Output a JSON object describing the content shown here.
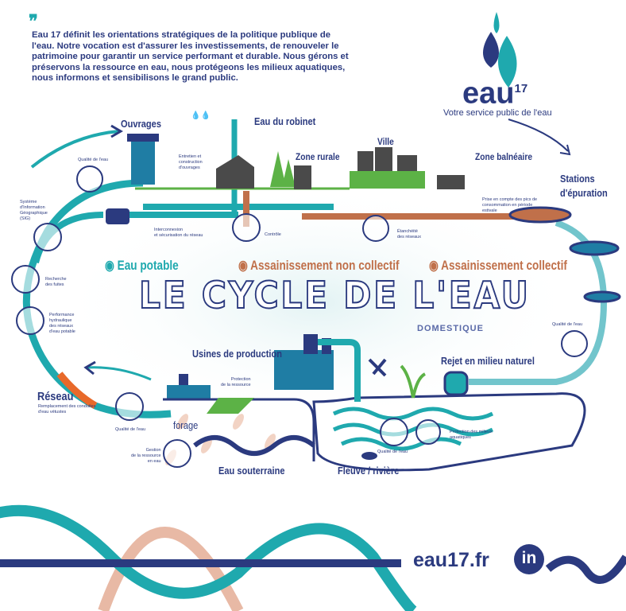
{
  "intro": {
    "text": "Eau 17 définit les orientations stratégiques de la politique publique de l'eau. Notre vocation est d'assurer les investissements, de renouveler le patrimoine pour garantir un service performant et durable. Nous gérons et préservons la ressource en eau, nous protégeons les milieux aquatiques, nous informons et sensibilisons le grand public."
  },
  "logo": {
    "brand": "eau",
    "number": "17",
    "tagline": "Votre service public de l'eau"
  },
  "title": {
    "main": "LE CYCLE DE L'EAU",
    "sub": "DOMESTIQUE"
  },
  "categories": [
    {
      "label": "Eau potable",
      "color": "#1fa9ae"
    },
    {
      "label": "Assainissement non collectif",
      "color": "#c0704a"
    },
    {
      "label": "Assainissement collectif",
      "color": "#c0704a"
    }
  ],
  "places": {
    "ouvrages": "Ouvrages",
    "robinet": "Eau du robinet",
    "rurale": "Zone rurale",
    "ville": "Ville",
    "balneaire": "Zone balnéaire",
    "stations": "Stations\nd'épuration",
    "rejet": "Rejet en milieu naturel",
    "usines": "Usines de production",
    "reseau": "Réseau",
    "forage": "forage",
    "souterraine": "Eau souterraine",
    "fleuve": "Fleuve / rivière"
  },
  "notes": {
    "qualite1": "Qualité de l'eau",
    "entretien": "Entretien et\nconstruction\nd'ouvrages",
    "sig": "Système\nd'Information\nGéographique\n(SIG)",
    "interconnexion": "Interconnexion\net sécurisation du réseau",
    "controle": "Contrôle",
    "etancheite": "Étanchéité\ndes réseaux",
    "pics": "Prise en compte des pics de\nconsommation en période\nestivale",
    "fuites": "Recherche\ndes fuites",
    "performance": "Performance\nhydraulique\ndes réseaux\nd'eau potable",
    "remplacement": "Remplacement des conduites\nd'eau vétustes",
    "qualite2": "Qualité de l'eau",
    "protection_ressource": "Protection\nde la ressource",
    "gestion": "Gestion\nde la ressource\nen eau",
    "qualite3": "Qualité de l'eau",
    "protection_milieux": "Protection des milieux\naquatiques",
    "qualite4": "Qualité de l'eau"
  },
  "footer": {
    "website": "eau17.fr",
    "social": "in"
  },
  "colors": {
    "navy": "#2b3a7f",
    "teal": "#1fa9ae",
    "copper": "#c0704a",
    "orange": "#e8692a",
    "green": "#5cb246",
    "pink": "#e8b9a5"
  }
}
